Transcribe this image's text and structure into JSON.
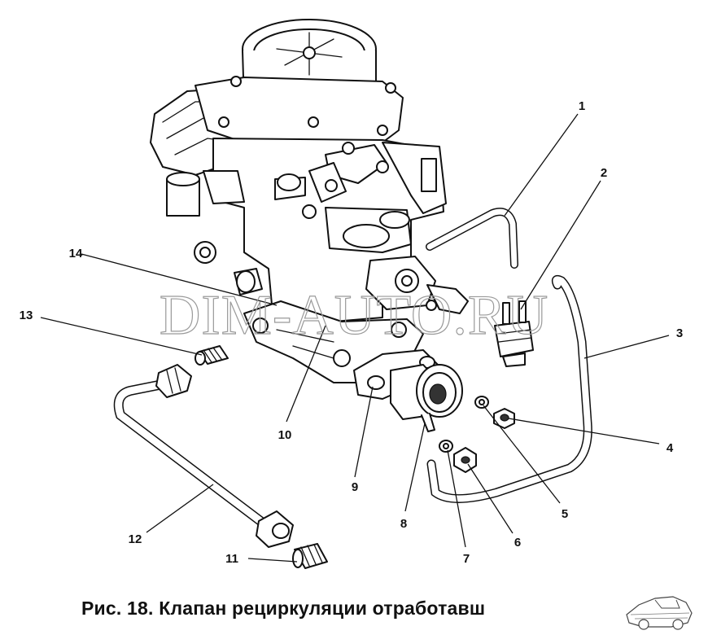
{
  "caption": "Рис. 18. Клапан рециркуляции отработавш",
  "watermark": "DIM-AUTO.RU",
  "callouts": [
    "1",
    "2",
    "3",
    "4",
    "5",
    "6",
    "7",
    "8",
    "9",
    "10",
    "11",
    "12",
    "13",
    "14"
  ]
}
